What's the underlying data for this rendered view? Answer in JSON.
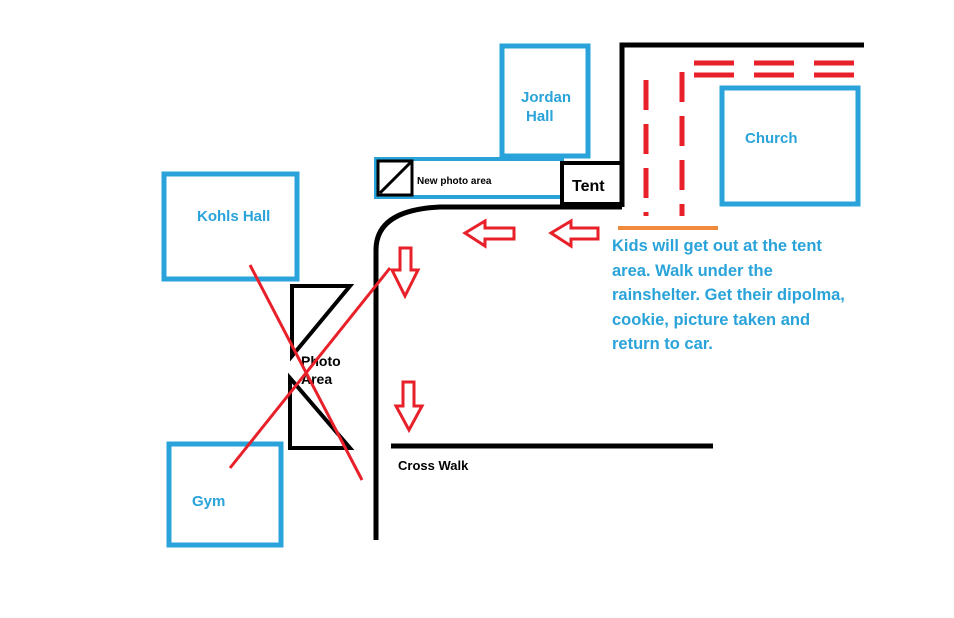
{
  "buildings": {
    "jordan_hall": [
      "Jordan",
      "Hall"
    ],
    "church": "Church",
    "kohls_hall": "Kohls Hall",
    "gym": "Gym"
  },
  "labels": {
    "new_photo_area": "New photo area",
    "tent": "Tent",
    "old_photo_area": [
      "Photo",
      "Area"
    ],
    "cross_walk": "Cross Walk"
  },
  "note": "Kids will get out at the tent area.  Walk under the rainshelter.  Get their dipolma, cookie, picture taken and return to car.",
  "colors": {
    "building": "#29a3d9",
    "road": "#000000",
    "arrow": "#e8202a",
    "rain_shelter": "#f08a3c"
  }
}
